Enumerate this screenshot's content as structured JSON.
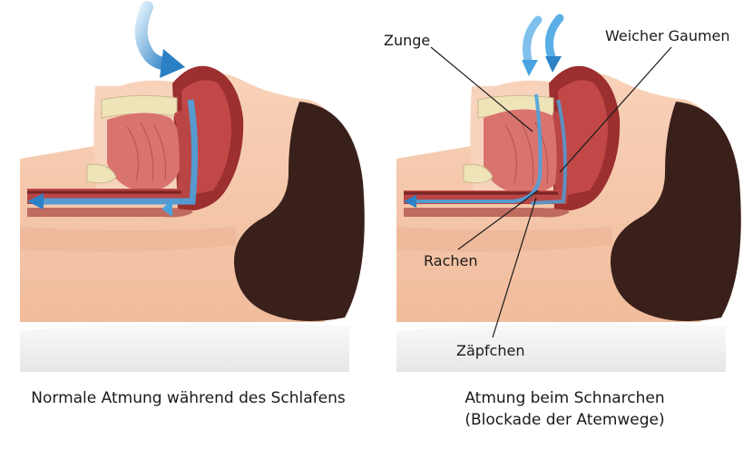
{
  "panels": {
    "normal": {
      "caption": "Normale Atmung während des Schlafens"
    },
    "snoring": {
      "caption_line1": "Atmung beim Schnarchen",
      "caption_line2": "(Blockade der Atemwege)",
      "labels": {
        "tongue": "Zunge",
        "soft_palate": "Weicher Gaumen",
        "pharynx": "Rachen",
        "uvula": "Zäpfchen"
      }
    }
  },
  "colors": {
    "skin": "#f6c9ad",
    "skin_shadow": "#e9ab8c",
    "hair": "#3a201a",
    "tissue": "#d9736e",
    "tissue_dark": "#9c2f2f",
    "bone": "#efe3b8",
    "airflow": "#4aa3df",
    "pillow": "#f1f1f1"
  }
}
